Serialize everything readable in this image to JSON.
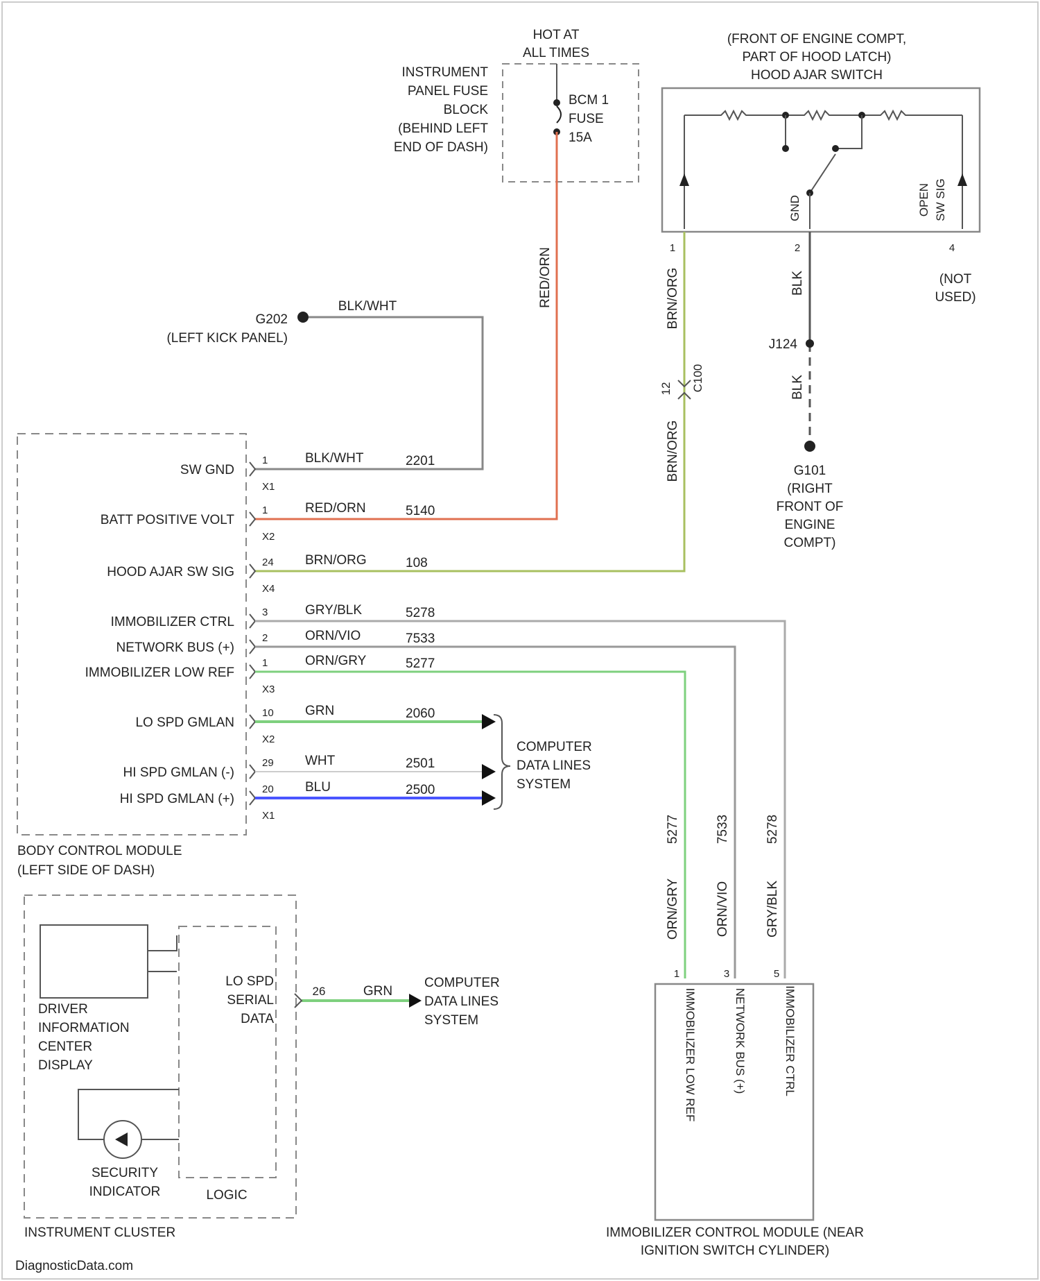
{
  "colors": {
    "wire_red_org": "#e07050",
    "wire_brn_org": "#a8c060",
    "wire_green": "#7ed07e",
    "wire_blue": "#4a55ff",
    "wire_gray": "#999999",
    "wire_dark": "#555555",
    "outline": "#888888"
  },
  "fuse": {
    "hot_label": [
      "HOT AT",
      "ALL TIMES"
    ],
    "block_label": [
      "INSTRUMENT",
      "PANEL FUSE",
      "BLOCK",
      "(BEHIND LEFT",
      "END OF DASH)"
    ],
    "fuse_label": [
      "BCM 1",
      "FUSE",
      "15A"
    ]
  },
  "hood_switch": {
    "title": [
      "(FRONT OF ENGINE COMPT,",
      "PART OF HOOD LATCH)",
      "HOOD AJAR SWITCH"
    ],
    "pin_gnd": "GND",
    "pin_open": [
      "OPEN",
      "SW SIG"
    ],
    "pin1": "1",
    "pin2": "2",
    "pin4": "4",
    "not_used": [
      "(NOT",
      "USED)"
    ]
  },
  "wires": {
    "brn_org_upper": "BRN/ORG",
    "brn_org_lower": "BRN/ORG",
    "connector_c100": "C100",
    "connector_pin": "12",
    "blk_upper": "BLK",
    "blk_lower": "BLK",
    "splice_j124": "J124",
    "ground_g101": [
      "G101",
      "(RIGHT",
      "FRONT OF",
      "ENGINE",
      "COMPT)"
    ],
    "red_org_vertical": "RED/ORN",
    "ground_g202": "G202",
    "ground_g202_loc": "(LEFT KICK PANEL)",
    "blk_wht_top": "BLK/WHT"
  },
  "bcm": {
    "label": [
      "BODY CONTROL MODULE",
      "(LEFT SIDE OF DASH)"
    ],
    "rows": [
      {
        "name": "SW GND",
        "pin": "1",
        "conn": "X1",
        "color": "BLK/WHT",
        "circuit": "2201"
      },
      {
        "name": "BATT POSITIVE VOLT",
        "pin": "1",
        "conn": "X2",
        "color": "RED/ORN",
        "circuit": "5140"
      },
      {
        "name": "HOOD AJAR SW SIG",
        "pin": "24",
        "conn": "X4",
        "color": "BRN/ORG",
        "circuit": "108"
      },
      {
        "name": "IMMOBILIZER CTRL",
        "pin": "3",
        "conn": "",
        "color": "GRY/BLK",
        "circuit": "5278"
      },
      {
        "name": "NETWORK BUS (+)",
        "pin": "2",
        "conn": "",
        "color": "ORN/VIO",
        "circuit": "7533"
      },
      {
        "name": "IMMOBILIZER LOW REF",
        "pin": "1",
        "conn": "X3",
        "color": "ORN/GRY",
        "circuit": "5277"
      },
      {
        "name": "LO SPD GMLAN",
        "pin": "10",
        "conn": "X2",
        "color": "GRN",
        "circuit": "2060"
      },
      {
        "name": "HI SPD GMLAN (-)",
        "pin": "29",
        "conn": "",
        "color": "WHT",
        "circuit": "2501"
      },
      {
        "name": "HI SPD GMLAN (+)",
        "pin": "20",
        "conn": "X1",
        "color": "BLU",
        "circuit": "2500"
      }
    ],
    "data_lines": [
      "COMPUTER",
      "DATA LINES",
      "SYSTEM"
    ]
  },
  "cluster": {
    "label": "INSTRUMENT CLUSTER",
    "dic": [
      "DRIVER",
      "INFORMATION",
      "CENTER",
      "DISPLAY"
    ],
    "security": [
      "SECURITY",
      "INDICATOR"
    ],
    "logic": "LOGIC",
    "serial": [
      "LO SPD",
      "SERIAL",
      "DATA"
    ],
    "pin": "26",
    "wire_color": "GRN",
    "data_lines": [
      "COMPUTER",
      "DATA LINES",
      "SYSTEM"
    ]
  },
  "icm": {
    "label": [
      "IMMOBILIZER CONTROL MODULE (NEAR",
      "IGNITION SWITCH CYLINDER)"
    ],
    "pins": [
      "IMMOBILIZER LOW REF",
      "NETWORK BUS (+)",
      "IMMOBILIZER CTRL"
    ],
    "pin_numbers": [
      "1",
      "3",
      "5"
    ],
    "wires": [
      {
        "color": "ORN/GRY",
        "circuit": "5277"
      },
      {
        "color": "ORN/VIO",
        "circuit": "7533"
      },
      {
        "color": "GRY/BLK",
        "circuit": "5278"
      }
    ]
  },
  "watermark": "DiagnosticData.com"
}
